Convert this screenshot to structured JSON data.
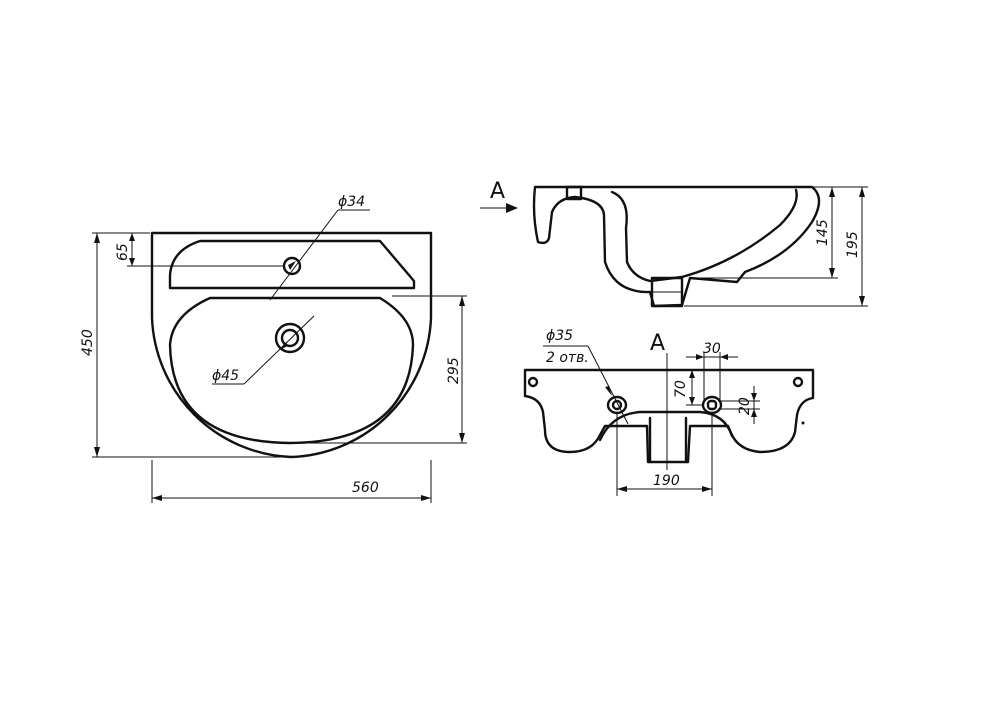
{
  "top_view": {
    "width_label": "560",
    "depth_label": "450",
    "tap_offset_label": "65",
    "inner_depth_label": "295",
    "tap_hole_label": "ϕ34",
    "drain_label": "ϕ45"
  },
  "side_view": {
    "view_letter": "A",
    "height_label": "195",
    "bowl_depth_label": "145"
  },
  "front_view": {
    "view_letter": "A",
    "holes_label": "ϕ35",
    "holes_count_label": "2 отв.",
    "slot_width_label": "30",
    "slot_height_label": "20",
    "hole_height_label": "70",
    "hole_spacing_label": "190"
  }
}
